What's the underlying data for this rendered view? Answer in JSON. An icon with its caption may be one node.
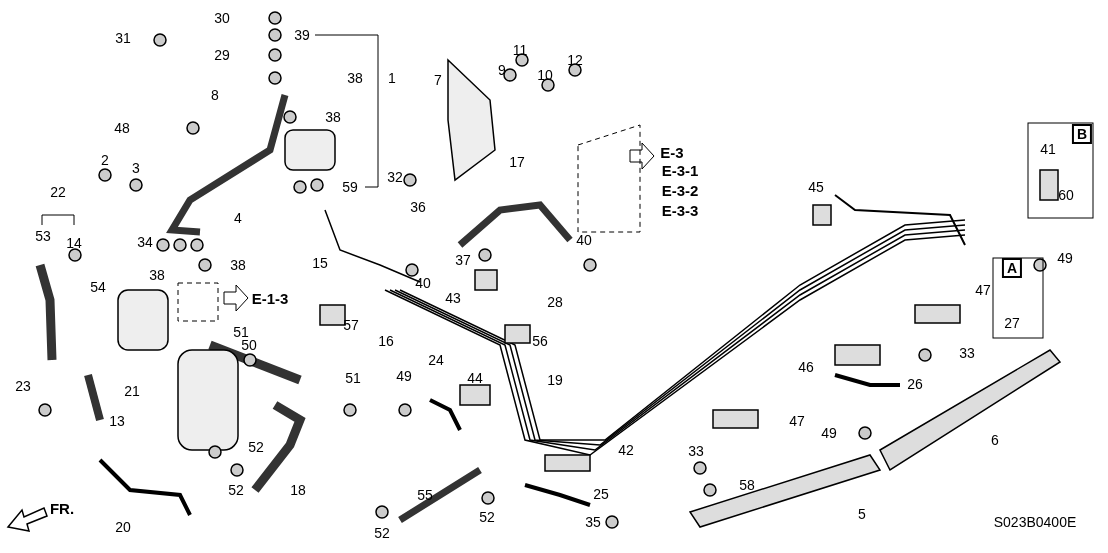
{
  "diagram": {
    "labels": [
      "30",
      "39",
      "31",
      "29",
      "1",
      "38",
      "11",
      "7",
      "9",
      "10",
      "12",
      "8",
      "48",
      "38",
      "2",
      "3",
      "32",
      "59",
      "17",
      "E-3",
      "E-3-1",
      "E-3-2",
      "E-3-3",
      "45",
      "41",
      "B",
      "60",
      "22",
      "36",
      "4",
      "53",
      "14",
      "34",
      "38",
      "38",
      "15",
      "40",
      "37",
      "40",
      "28",
      "A",
      "49",
      "27",
      "43",
      "54",
      "E-1-3",
      "47",
      "16",
      "57",
      "56",
      "50",
      "51",
      "33",
      "46",
      "19",
      "26",
      "24",
      "44",
      "23",
      "21",
      "51",
      "49",
      "13",
      "47",
      "49",
      "6",
      "33",
      "52",
      "52",
      "42",
      "58",
      "18",
      "25",
      "55",
      "52",
      "20",
      "5",
      "35",
      "52",
      "FR.",
      "S023B0400E"
    ]
  }
}
